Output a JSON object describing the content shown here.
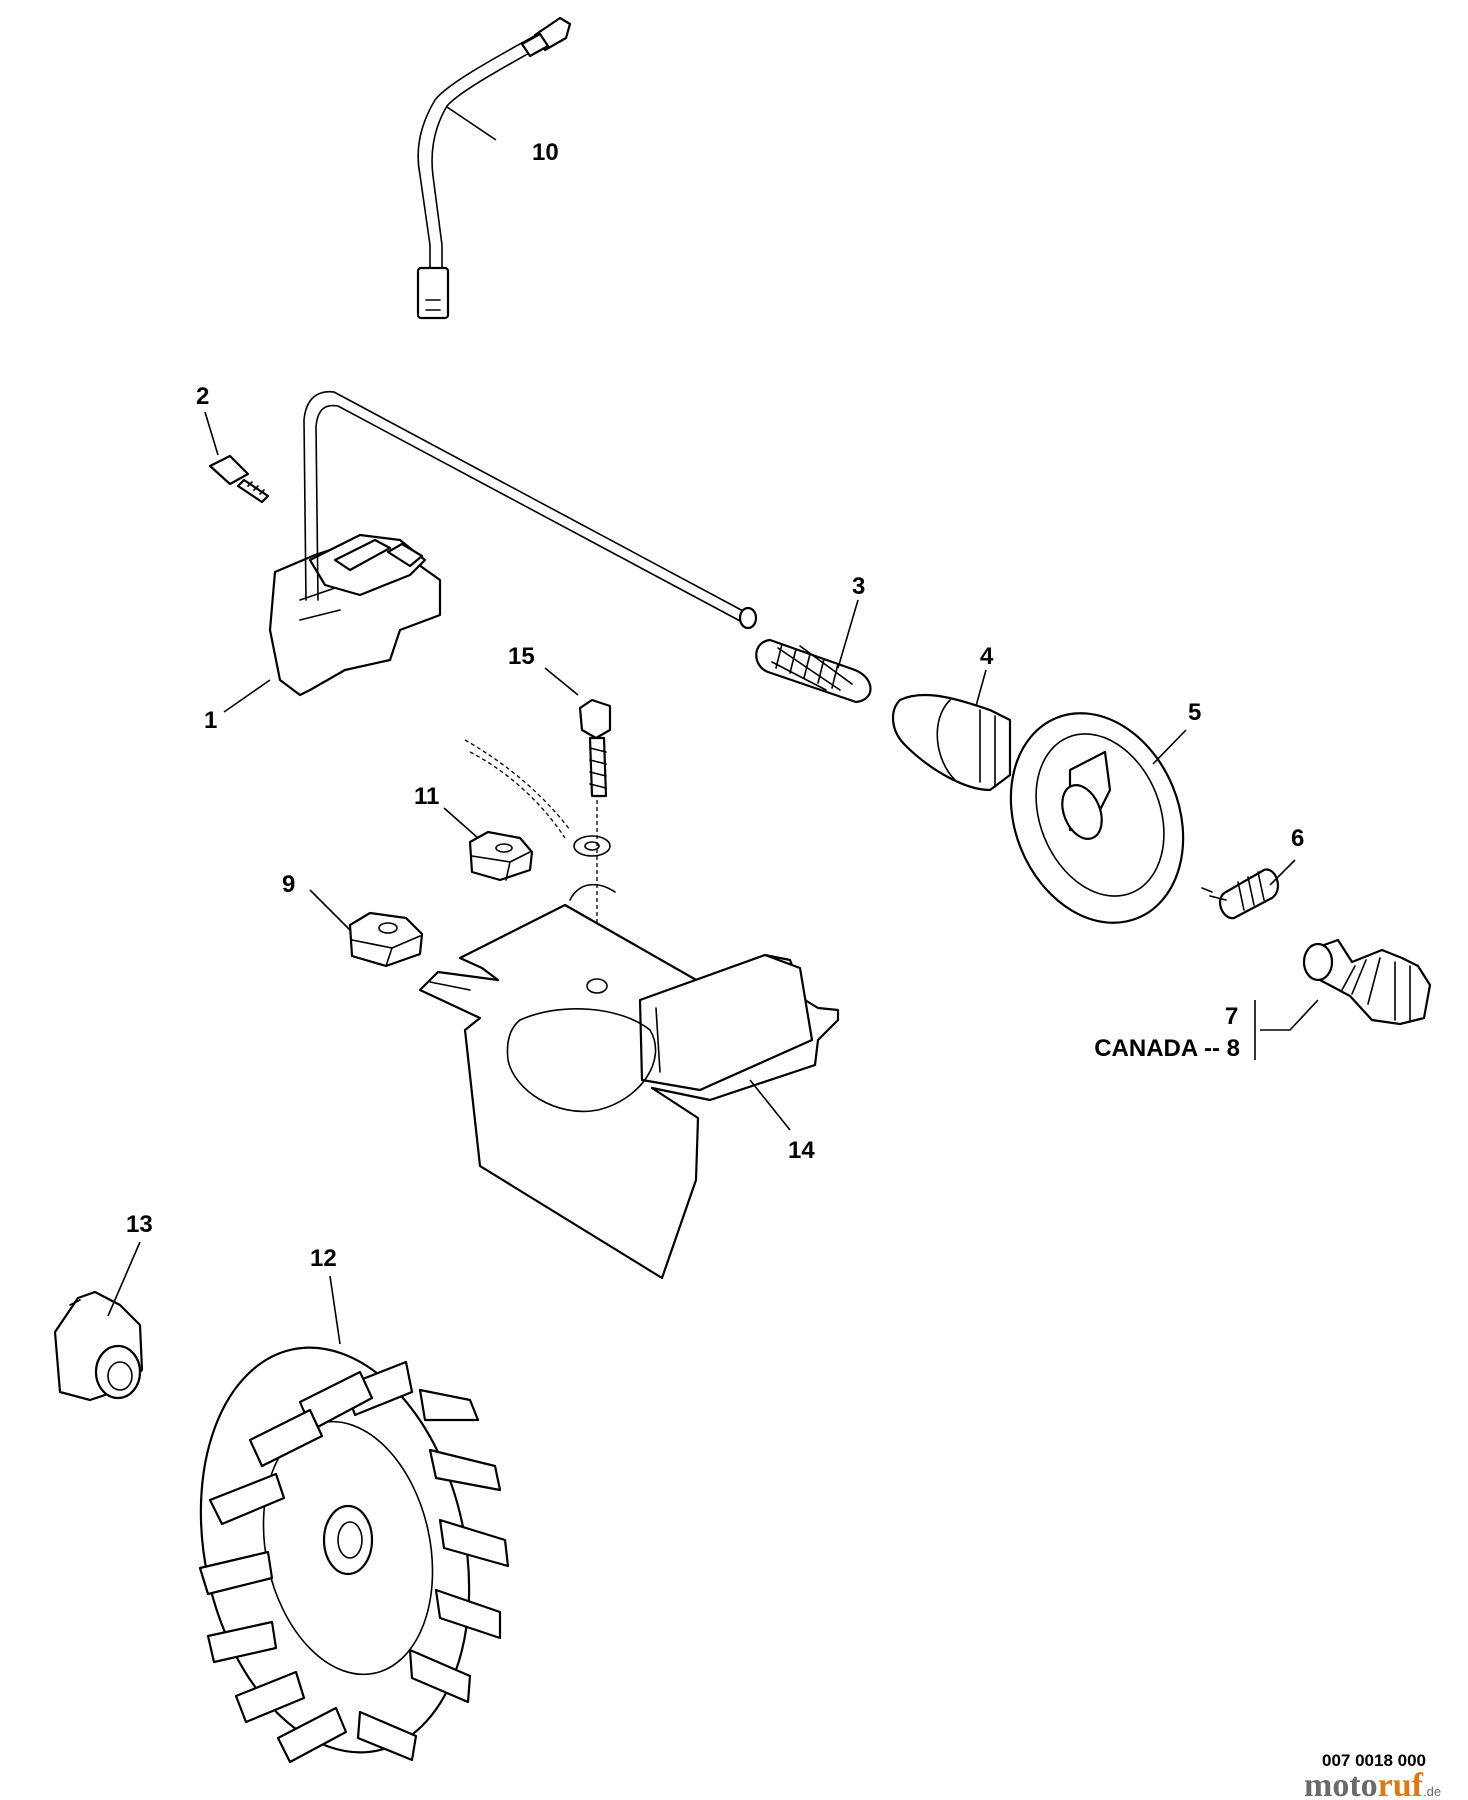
{
  "callouts": {
    "c1": "1",
    "c2": "2",
    "c3": "3",
    "c4": "4",
    "c5": "5",
    "c6": "6",
    "c7": "7",
    "c8": "CANADA -- 8",
    "c9": "9",
    "c10": "10",
    "c11": "11",
    "c12": "12",
    "c13": "13",
    "c14": "14",
    "c15": "15"
  },
  "figure_code": "007 0018 000",
  "watermark": {
    "part1": "moto",
    "part2": "ruf",
    "suffix": ".de"
  }
}
